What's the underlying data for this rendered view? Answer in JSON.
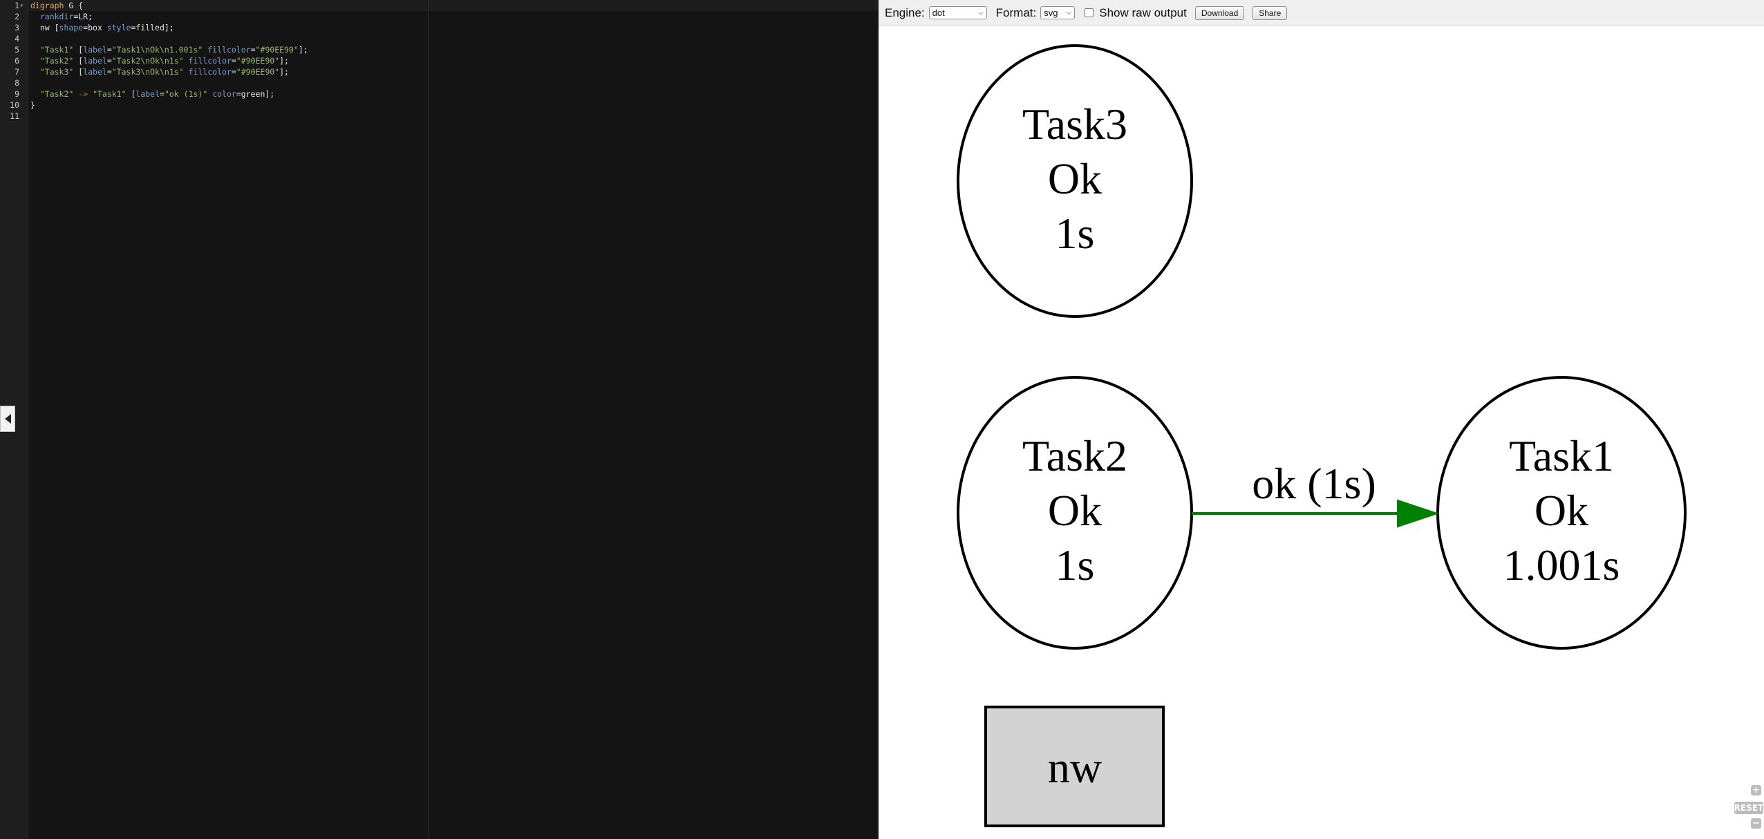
{
  "editor": {
    "line_numbers": [
      "1",
      "2",
      "3",
      "4",
      "5",
      "6",
      "7",
      "8",
      "9",
      "10",
      "11"
    ],
    "lines": [
      [
        {
          "t": "digraph",
          "c": "kw"
        },
        {
          "t": " G {",
          "c": ""
        }
      ],
      [
        {
          "t": "  ",
          "c": ""
        },
        {
          "t": "rankdir",
          "c": "at"
        },
        {
          "t": "=LR;",
          "c": ""
        }
      ],
      [
        {
          "t": "  nw [",
          "c": ""
        },
        {
          "t": "shape",
          "c": "at"
        },
        {
          "t": "=box ",
          "c": ""
        },
        {
          "t": "style",
          "c": "at"
        },
        {
          "t": "=filled];",
          "c": ""
        }
      ],
      [],
      [
        {
          "t": "  ",
          "c": ""
        },
        {
          "t": "\"Task1\"",
          "c": "str"
        },
        {
          "t": " [",
          "c": ""
        },
        {
          "t": "label",
          "c": "at"
        },
        {
          "t": "=",
          "c": ""
        },
        {
          "t": "\"Task1\\nOk\\n1.001s\"",
          "c": "str"
        },
        {
          "t": " ",
          "c": ""
        },
        {
          "t": "fillcolor",
          "c": "at"
        },
        {
          "t": "=",
          "c": ""
        },
        {
          "t": "\"#90EE90\"",
          "c": "str"
        },
        {
          "t": "];",
          "c": ""
        }
      ],
      [
        {
          "t": "  ",
          "c": ""
        },
        {
          "t": "\"Task2\"",
          "c": "str"
        },
        {
          "t": " [",
          "c": ""
        },
        {
          "t": "label",
          "c": "at"
        },
        {
          "t": "=",
          "c": ""
        },
        {
          "t": "\"Task2\\nOk\\n1s\"",
          "c": "str"
        },
        {
          "t": " ",
          "c": ""
        },
        {
          "t": "fillcolor",
          "c": "at"
        },
        {
          "t": "=",
          "c": ""
        },
        {
          "t": "\"#90EE90\"",
          "c": "str"
        },
        {
          "t": "];",
          "c": ""
        }
      ],
      [
        {
          "t": "  ",
          "c": ""
        },
        {
          "t": "\"Task3\"",
          "c": "str"
        },
        {
          "t": " [",
          "c": ""
        },
        {
          "t": "label",
          "c": "at"
        },
        {
          "t": "=",
          "c": ""
        },
        {
          "t": "\"Task3\\nOk\\n1s\"",
          "c": "str"
        },
        {
          "t": " ",
          "c": ""
        },
        {
          "t": "fillcolor",
          "c": "at"
        },
        {
          "t": "=",
          "c": ""
        },
        {
          "t": "\"#90EE90\"",
          "c": "str"
        },
        {
          "t": "];",
          "c": ""
        }
      ],
      [],
      [
        {
          "t": "  ",
          "c": ""
        },
        {
          "t": "\"Task2\"",
          "c": "str"
        },
        {
          "t": " ",
          "c": ""
        },
        {
          "t": "->",
          "c": "op"
        },
        {
          "t": " ",
          "c": ""
        },
        {
          "t": "\"Task1\"",
          "c": "str"
        },
        {
          "t": " [",
          "c": ""
        },
        {
          "t": "label",
          "c": "at"
        },
        {
          "t": "=",
          "c": ""
        },
        {
          "t": "\"ok (1s)\"",
          "c": "str"
        },
        {
          "t": " ",
          "c": ""
        },
        {
          "t": "color",
          "c": "at"
        },
        {
          "t": "=green];",
          "c": ""
        }
      ],
      [
        {
          "t": "}",
          "c": ""
        }
      ],
      []
    ]
  },
  "toolbar": {
    "engine_label": "Engine:",
    "engine_value": "dot",
    "format_label": "Format:",
    "format_value": "svg",
    "raw_output_label": "Show raw output",
    "raw_output_checked": false,
    "download_label": "Download",
    "share_label": "Share"
  },
  "graph": {
    "nodes": {
      "task3": [
        "Task3",
        "Ok",
        "1s"
      ],
      "task2": [
        "Task2",
        "Ok",
        "1s"
      ],
      "task1": [
        "Task1",
        "Ok",
        "1.001s"
      ],
      "nw": "nw"
    },
    "edge_label": "ok (1s)",
    "edge_color": "#008000",
    "box_fill": "#d3d3d3"
  },
  "zoom": {
    "zoom_in": "+",
    "reset": "RESET",
    "zoom_out": "−"
  }
}
